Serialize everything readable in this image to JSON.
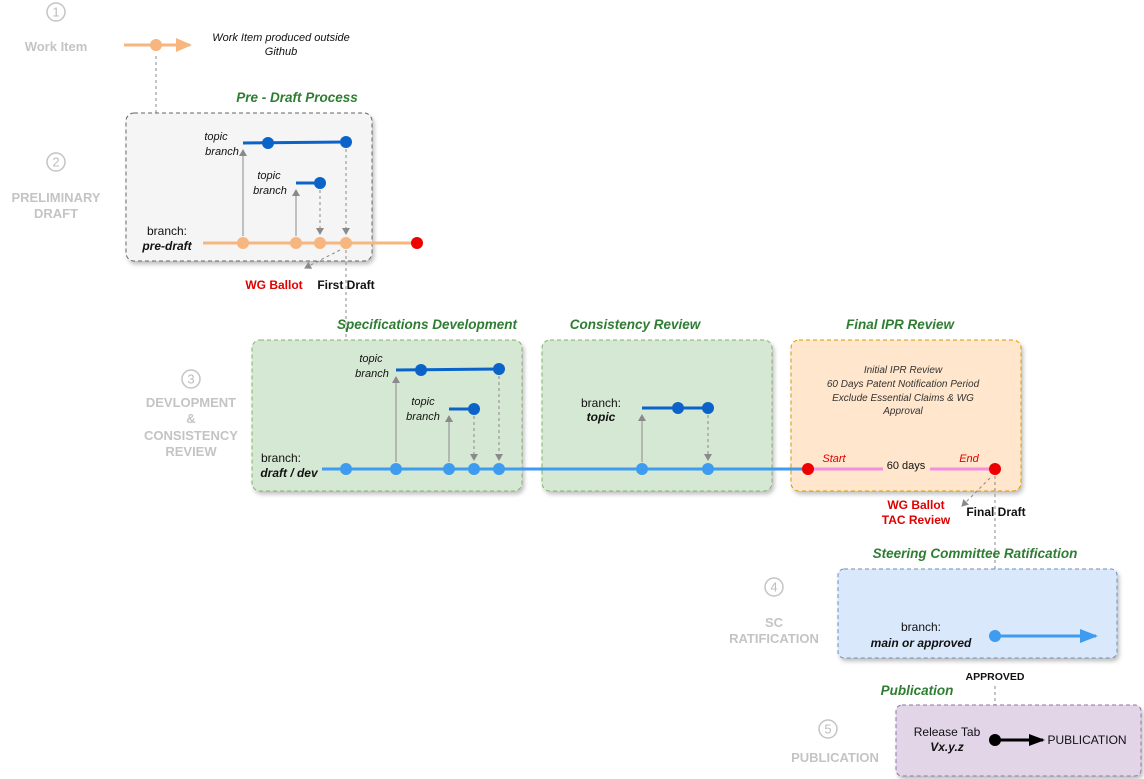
{
  "stages": [
    {
      "number": "1",
      "label_lines": [
        "Work Item"
      ]
    },
    {
      "number": "2",
      "label_lines": [
        "PRELIMINARY",
        "DRAFT"
      ]
    },
    {
      "number": "3",
      "label_lines": [
        "DEVLOPMENT",
        "&",
        "CONSISTENCY",
        "REVIEW"
      ]
    },
    {
      "number": "4",
      "label_lines": [
        "SC",
        "RATIFICATION"
      ]
    },
    {
      "number": "5",
      "label_lines": [
        "PUBLICATION"
      ]
    }
  ],
  "work_item": {
    "note_lines": [
      "Work Item produced outside",
      "Github"
    ]
  },
  "pre_draft": {
    "title": "Pre - Draft Process",
    "topic_label_lines": [
      "topic",
      "branch"
    ],
    "branch_label": "branch:",
    "branch_name": "pre-draft",
    "wg_ballot": "WG Ballot",
    "first_draft": "First Draft"
  },
  "specs_dev": {
    "title": "Specifications Development",
    "topic_label_lines": [
      "topic",
      "branch"
    ],
    "branch_label": "branch:",
    "branch_name": "draft / dev"
  },
  "consistency": {
    "title": "Consistency Review",
    "branch_label": "branch:",
    "branch_name": "topic"
  },
  "final_ipr": {
    "title": "Final IPR Review",
    "notes": [
      "Initial IPR Review",
      "60 Days Patent Notification Period",
      "Exclude Essential Claims & WG",
      "Approval"
    ],
    "start": "Start",
    "days": "60 days",
    "end": "End",
    "wg_ballot": "WG Ballot",
    "tac_review": "TAC Review",
    "final_draft": "Final Draft"
  },
  "steering": {
    "title": "Steering Committee Ratification",
    "branch_label": "branch:",
    "branch_name": "main or  approved",
    "approved": "APPROVED"
  },
  "publication": {
    "title": "Publication",
    "release_tab": "Release Tab",
    "version": "Vx.y.z",
    "target": "PUBLICATION"
  },
  "colors": {
    "orange_line": "#f7b57f",
    "blue_main": "#3d9cf0",
    "blue_topic": "#0b63c9",
    "red_dot": "#ee0000",
    "pink_period": "#f58ee0",
    "green_title": "#2e7d32",
    "pre_draft_fill": "#f5f5f5",
    "dev_fill": "#d5e8d4",
    "ipr_fill": "#ffe6cc",
    "sc_fill": "#dae8fc",
    "pub_fill": "#e1d5e7"
  }
}
